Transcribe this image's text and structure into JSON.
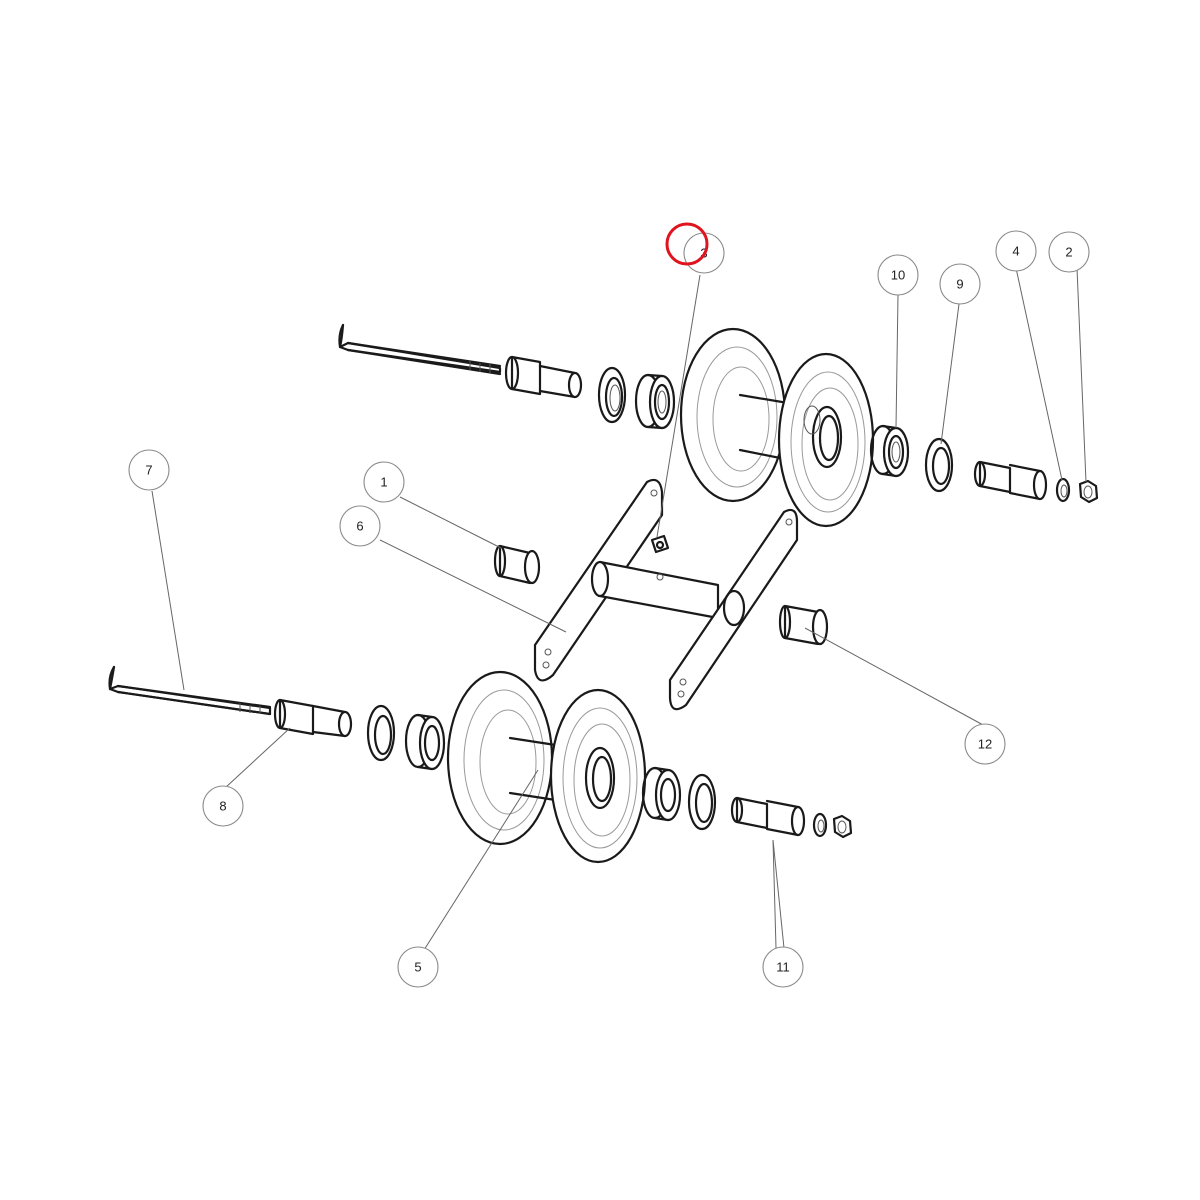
{
  "callouts": [
    {
      "id": "c1",
      "label": "1"
    },
    {
      "id": "c2",
      "label": "2"
    },
    {
      "id": "c3",
      "label": "3"
    },
    {
      "id": "c4",
      "label": "4"
    },
    {
      "id": "c5",
      "label": "5"
    },
    {
      "id": "c6",
      "label": "6"
    },
    {
      "id": "c7",
      "label": "7"
    },
    {
      "id": "c8",
      "label": "8"
    },
    {
      "id": "c9",
      "label": "9"
    },
    {
      "id": "c10",
      "label": "10"
    },
    {
      "id": "c11",
      "label": "11"
    },
    {
      "id": "c12",
      "label": "12"
    }
  ],
  "highlight_color": "#e0141e"
}
